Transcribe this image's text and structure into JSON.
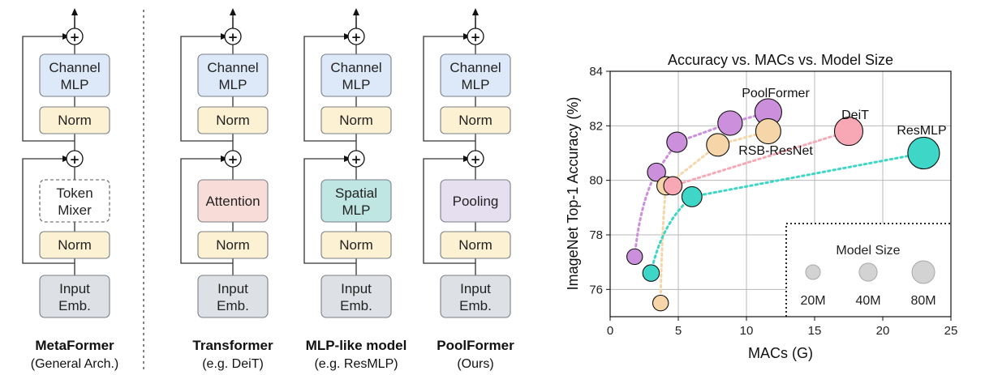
{
  "architectures": [
    {
      "id": "metaformer",
      "title": "MetaFormer",
      "subtitle": "(General Arch.)",
      "blocks": {
        "channel_mlp": [
          "Channel",
          "MLP"
        ],
        "norm_top": "Norm",
        "mixer": [
          "Token",
          "Mixer"
        ],
        "norm_bottom": "Norm",
        "input": [
          "Input",
          "Emb."
        ]
      },
      "mixer_color": "#ffffff",
      "mixer_dashed": true
    },
    {
      "id": "transformer",
      "title": "Transformer",
      "subtitle": "(e.g. DeiT)",
      "blocks": {
        "channel_mlp": [
          "Channel",
          "MLP"
        ],
        "norm_top": "Norm",
        "mixer": [
          "Attention"
        ],
        "norm_bottom": "Norm",
        "input": [
          "Input",
          "Emb."
        ]
      },
      "mixer_color": "#f8dcd8",
      "mixer_dashed": false
    },
    {
      "id": "mlp-like",
      "title": "MLP-like model",
      "subtitle": "(e.g. ResMLP)",
      "blocks": {
        "channel_mlp": [
          "Channel",
          "MLP"
        ],
        "norm_top": "Norm",
        "mixer": [
          "Spatial",
          "MLP"
        ],
        "norm_bottom": "Norm",
        "input": [
          "Input",
          "Emb."
        ]
      },
      "mixer_color": "#bfe6e3",
      "mixer_dashed": false
    },
    {
      "id": "poolformer",
      "title": "PoolFormer",
      "subtitle": "(Ours)",
      "blocks": {
        "channel_mlp": [
          "Channel",
          "MLP"
        ],
        "norm_top": "Norm",
        "mixer": [
          "Pooling"
        ],
        "norm_bottom": "Norm",
        "input": [
          "Input",
          "Emb."
        ]
      },
      "mixer_color": "#e6dff0",
      "mixer_dashed": false
    }
  ],
  "plus_symbol": "+",
  "colors": {
    "channel_mlp": "#dde9f8",
    "norm": "#fdf1d3",
    "input": "#dde1e6",
    "block_border": "#7a7f86"
  },
  "chart_data": {
    "type": "scatter",
    "title": "Accuracy vs. MACs vs. Model Size",
    "xlabel": "MACs (G)",
    "ylabel": "ImageNet Top-1 Accuracy (%)",
    "xlim": [
      0,
      25
    ],
    "ylim": [
      75,
      84
    ],
    "xticks": [
      0,
      5,
      10,
      15,
      20,
      25
    ],
    "yticks": [
      76,
      78,
      80,
      82,
      84
    ],
    "grid": true,
    "series": [
      {
        "name": "PoolFormer",
        "color": "#cc8fdc",
        "points": [
          {
            "x": 1.8,
            "y": 77.2,
            "size": 12
          },
          {
            "x": 3.4,
            "y": 80.3,
            "size": 21
          },
          {
            "x": 4.9,
            "y": 81.4,
            "size": 31
          },
          {
            "x": 8.8,
            "y": 82.1,
            "size": 56
          },
          {
            "x": 11.6,
            "y": 82.5,
            "size": 73
          }
        ]
      },
      {
        "name": "RSB-ResNet",
        "color": "#f6d6a8",
        "points": [
          {
            "x": 3.7,
            "y": 75.5,
            "size": 12
          },
          {
            "x": 4.1,
            "y": 79.8,
            "size": 22
          },
          {
            "x": 7.9,
            "y": 81.3,
            "size": 44
          },
          {
            "x": 11.6,
            "y": 81.8,
            "size": 60
          }
        ]
      },
      {
        "name": "DeiT",
        "color": "#f8a8b4",
        "points": [
          {
            "x": 4.6,
            "y": 79.8,
            "size": 22
          },
          {
            "x": 17.5,
            "y": 81.8,
            "size": 86
          }
        ]
      },
      {
        "name": "ResMLP",
        "color": "#3ed6c6",
        "points": [
          {
            "x": 3.0,
            "y": 76.6,
            "size": 15
          },
          {
            "x": 6.0,
            "y": 79.4,
            "size": 30
          },
          {
            "x": 23.0,
            "y": 81.0,
            "size": 116
          }
        ]
      }
    ],
    "legend": {
      "title": "Model Size",
      "placement": "lower-right",
      "entries": [
        {
          "label": "20M",
          "size": 20
        },
        {
          "label": "40M",
          "size": 40
        },
        {
          "label": "80M",
          "size": 80
        }
      ],
      "color": "#d3d3d3"
    }
  }
}
